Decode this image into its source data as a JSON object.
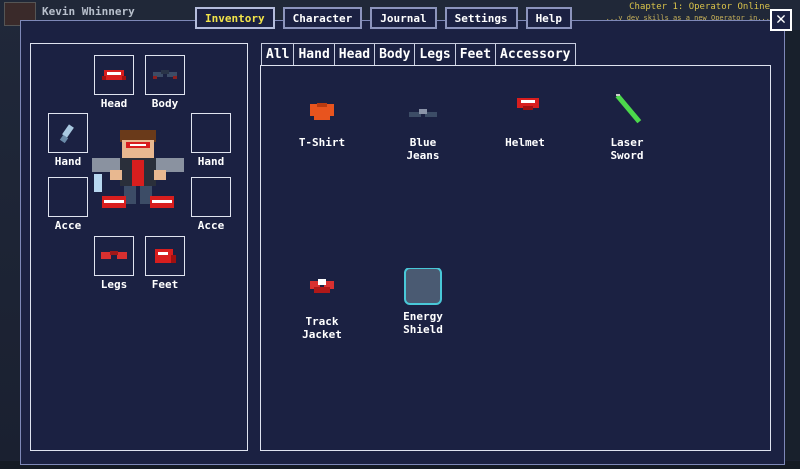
{
  "background": {
    "player_name": "Kevin Whinnery",
    "chapter": "Chapter 1: Operator Online",
    "chapter_sub": "...y dev skills as a new Operator in..."
  },
  "nav": {
    "tabs": [
      "Inventory",
      "Character",
      "Journal",
      "Settings",
      "Help"
    ],
    "active": "Inventory"
  },
  "close_label": "✕",
  "equipment": {
    "slots": [
      {
        "key": "head",
        "label": "Head",
        "item": "Helmet"
      },
      {
        "key": "body",
        "label": "Body",
        "item": "Blue Jeans"
      },
      {
        "key": "hand_left",
        "label": "Hand",
        "item": "Laser Sword"
      },
      {
        "key": "hand_right",
        "label": "Hand",
        "item": ""
      },
      {
        "key": "acc_left",
        "label": "Acce",
        "item": ""
      },
      {
        "key": "acc_right",
        "label": "Acce",
        "item": ""
      },
      {
        "key": "legs",
        "label": "Legs",
        "item": "Track Jacket"
      },
      {
        "key": "feet",
        "label": "Feet",
        "item": "Helmet"
      }
    ]
  },
  "filter_tabs": [
    "All",
    "Hand",
    "Head",
    "Body",
    "Legs",
    "Feet",
    "Accessory"
  ],
  "active_filter": "All",
  "items": [
    {
      "name_line1": "T-Shirt",
      "name_line2": "",
      "icon": "tshirt-icon",
      "color": "#e8541e"
    },
    {
      "name_line1": "Blue",
      "name_line2": "Jeans",
      "icon": "jeans-icon",
      "color": "#3c4c66"
    },
    {
      "name_line1": "Helmet",
      "name_line2": "",
      "icon": "helmet-icon",
      "color": "#d81e1e"
    },
    {
      "name_line1": "Laser",
      "name_line2": "Sword",
      "icon": "laser-sword-icon",
      "color": "#4cd84c"
    },
    {
      "name_line1": "Track",
      "name_line2": "Jacket",
      "icon": "track-jacket-icon",
      "color": "#d83030"
    },
    {
      "name_line1": "Energy",
      "name_line2": "Shield",
      "icon": "energy-shield-icon",
      "color": "#4a5a72"
    }
  ]
}
